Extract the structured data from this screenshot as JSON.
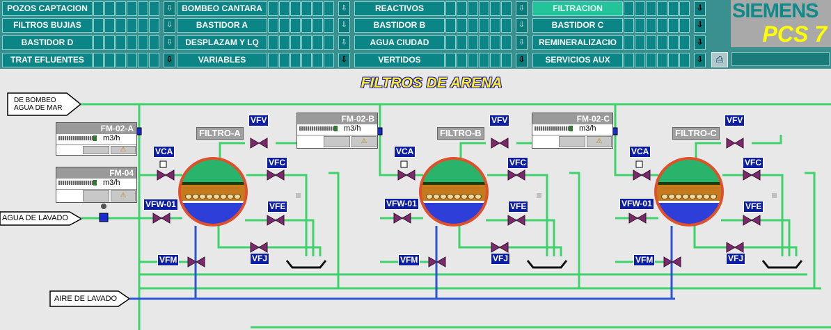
{
  "nav": {
    "col1": [
      "POZOS CAPTACION",
      "FILTROS BUJIAS",
      "BASTIDOR D",
      "TRAT EFLUENTES"
    ],
    "col2": [
      "BOMBEO CANTARA",
      "BASTIDOR A",
      "DESPLAZAM Y LQ",
      "VARIABLES"
    ],
    "col3": [
      "REACTIVOS",
      "BASTIDOR B",
      "AGUA CIUDAD",
      "VERTIDOS"
    ],
    "col4": [
      "FILTRACION",
      "BASTIDOR C",
      "REMINERALIZACIO",
      "SERVICIOS AUX"
    ],
    "active": "FILTRACION"
  },
  "logo": {
    "brand": "SIEMENS",
    "product": "PCS 7"
  },
  "title": "FILTROS DE ARENA",
  "sources": {
    "bombeo_line1": "DE BOMBEO",
    "bombeo_line2": "AGUA DE MAR",
    "lavado": "AGUA DE LAVADO",
    "aire": "AIRE DE LAVADO"
  },
  "meters": [
    {
      "tag": "FM-02-A",
      "unit": "m3/h"
    },
    {
      "tag": "FM-04",
      "unit": "m3/h"
    },
    {
      "tag": "FM-02-B",
      "unit": "m3/h"
    },
    {
      "tag": "FM-02-C",
      "unit": "m3/h"
    }
  ],
  "filters": [
    {
      "name": "FILTRO-A"
    },
    {
      "name": "FILTRO-B"
    },
    {
      "name": "FILTRO-C"
    }
  ],
  "valves": {
    "vfv": "VFV",
    "vca": "VCA",
    "vfc": "VFC",
    "vfe": "VFE",
    "vfw": "VFW-01",
    "vfm": "VFM",
    "vfj": "VFJ"
  },
  "colors": {
    "accent": "#0b8585",
    "active_tab": "#23c49a",
    "water_pipe": "#3dd26a",
    "air_pipe": "#2b55d6",
    "valve": "#7a2a6a"
  }
}
